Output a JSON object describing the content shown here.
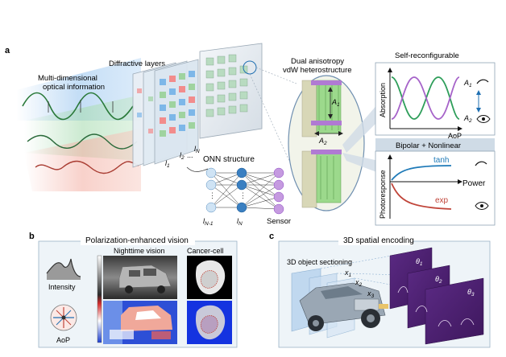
{
  "panel_a": {
    "letter": "a",
    "input_label_line1": "Multi-dimensional",
    "input_label_line2": "optical information",
    "diffractive_label": "Diffractive layers",
    "l1": "l",
    "l1_sub": "1",
    "l2": "l",
    "l2_sub": "2",
    "ldots": "...",
    "lN": "l",
    "lN_sub": "N",
    "onn_label": "ONN structure",
    "node_left": "l",
    "node_left_sub": "N-1",
    "node_mid": "l",
    "node_mid_sub": "N",
    "sensor_label": "Sensor",
    "hetero_line1": "Dual anisotropy",
    "hetero_line2": "vdW heterostructure",
    "a1": "A",
    "a1_sub": "1",
    "a2": "A",
    "a2_sub": "2",
    "self_config_title": "Self-reconfigurable",
    "absorption_axis": "Absorption",
    "aop_axis": "AoP",
    "curve_a1": "A",
    "curve_a1_sub": "1",
    "curve_a2": "A",
    "curve_a2_sub": "2",
    "bipolar_title": "Bipolar + Nonlinear",
    "photoresponse_axis": "Photoresponse",
    "power_axis": "Power",
    "tanh_label": "tanh",
    "exp_label": "exp"
  },
  "panel_b": {
    "letter": "b",
    "title": "Polarization-enhanced vision",
    "intensity_label": "Intensity",
    "aop_label": "AoP",
    "nighttime_label": "Nighttime vision",
    "cancer_label": "Cancer-cell"
  },
  "panel_c": {
    "letter": "c",
    "title": "3D spatial encoding",
    "sectioning_label": "3D object sectioning",
    "x1": "x",
    "x1_sub": "1",
    "x2": "x",
    "x2_sub": "2",
    "x3": "x",
    "x3_sub": "3",
    "theta1": "θ",
    "theta1_sub": "1",
    "theta2": "θ",
    "theta2_sub": "2",
    "theta3": "θ",
    "theta3_sub": "3"
  },
  "colors": {
    "accent_blue": "#1f6fb2",
    "purple": "#8c4bc2",
    "green": "#2e9e5a",
    "tanh_blue": "#1f7ab8",
    "exp_red": "#c0453a",
    "panel_bg": "#eef4f8",
    "dark_purple": "#4a1f6e"
  }
}
